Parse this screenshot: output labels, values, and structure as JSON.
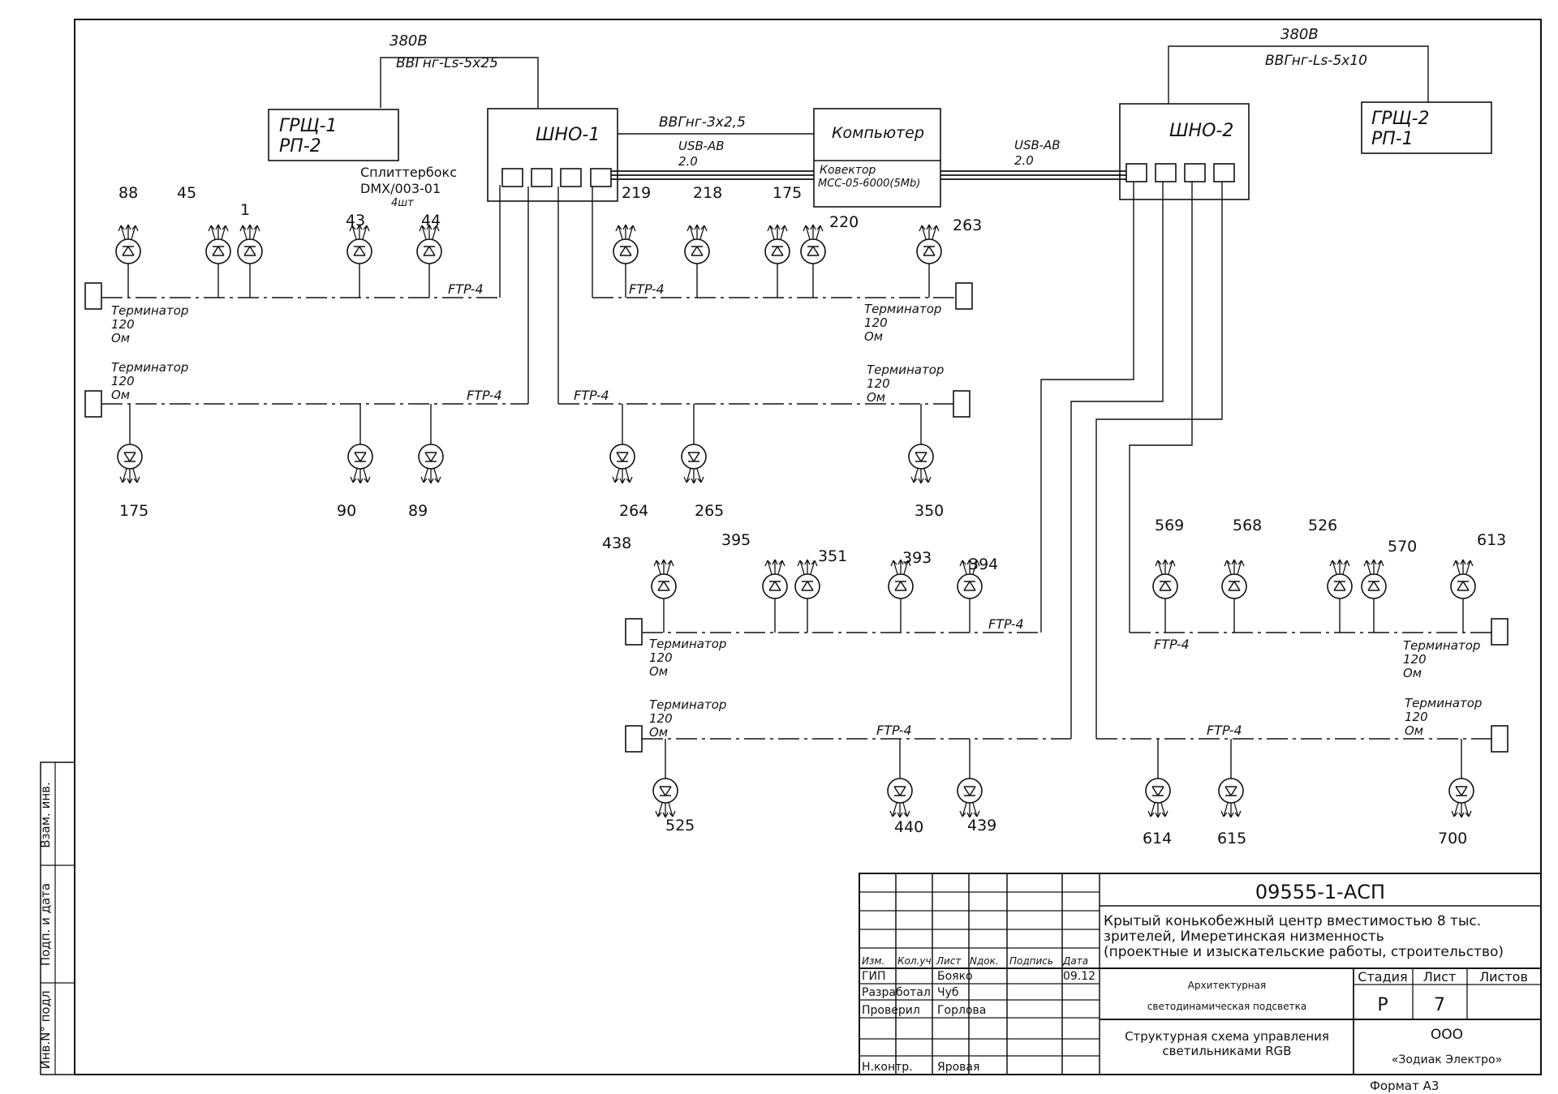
{
  "feeds": [
    {
      "id": "feed-left",
      "voltage": "380В",
      "cable": "ВВГнг-Ls-5x25"
    },
    {
      "id": "feed-right",
      "voltage": "380В",
      "cable": "ВВГнг-Ls-5x10"
    }
  ],
  "panels": [
    {
      "id": "grsch-1",
      "lines": [
        "ГРЩ-1",
        "РП-2"
      ]
    },
    {
      "id": "grsch-2",
      "lines": [
        "ГРЩ-2",
        "РП-1"
      ]
    },
    {
      "id": "shno-1",
      "lines": [
        "ШНО-1"
      ]
    },
    {
      "id": "shno-2",
      "lines": [
        "ШНО-2"
      ]
    },
    {
      "id": "computer",
      "lines": [
        "Компьютер"
      ]
    },
    {
      "id": "convector",
      "lines": [
        "Ковектор",
        "MCC-05-6000(5Mb)"
      ]
    }
  ],
  "cables": {
    "shno_computer": "ВВГнг-3х2,5",
    "usb_left": [
      "USB-AB",
      "2.0"
    ],
    "usb_right": [
      "USB-AB",
      "2.0"
    ],
    "bus": "FTP-4"
  },
  "splitter": [
    "Сплиттербокс",
    "DMX/003-01",
    "4шт"
  ],
  "terminator": [
    "Терминатор",
    "120",
    "Ом"
  ],
  "luminaires": {
    "bus_a": [
      "88",
      "45",
      "1",
      "43",
      "44"
    ],
    "bus_b": [
      "219",
      "218",
      "175",
      "220",
      "263"
    ],
    "bus_c": [
      "175",
      "90",
      "89"
    ],
    "bus_d": [
      "264",
      "265",
      "350"
    ],
    "bus_e": [
      "438",
      "395",
      "351",
      "393",
      "394"
    ],
    "bus_f": [
      "525",
      "440",
      "439"
    ],
    "bus_g": [
      "569",
      "568",
      "526",
      "570",
      "613"
    ],
    "bus_h": [
      "614",
      "615",
      "700"
    ]
  },
  "side_stamp": [
    "Инв.N° подл",
    "Подп. и дата",
    "Взам. инв."
  ],
  "title_block": {
    "doc_code": "09555-1-АСП",
    "object": [
      "Крытый конькобежный центр вместимостью 8 тыс.",
      "зрителей, Имеретинская низменность",
      "(проектные и изыскательские работы, строительство)"
    ],
    "headers": [
      "Изм.",
      "Кол.уч.",
      "Лист",
      "Nдок.",
      "Подпись",
      "Дата"
    ],
    "roles": [
      {
        "role": "ГИП",
        "name": "Бояко",
        "date": "09.12"
      },
      {
        "role": "Разработал",
        "name": "Чуб",
        "date": ""
      },
      {
        "role": "Проверил",
        "name": "Горлова",
        "date": ""
      },
      {
        "role": "",
        "name": "",
        "date": ""
      },
      {
        "role": "Н.контр.",
        "name": "Яровая",
        "date": ""
      }
    ],
    "section": [
      "Архитектурная",
      "светодинамическая подсветка"
    ],
    "stage_headers": [
      "Стадия",
      "Лист",
      "Листов"
    ],
    "stage": "Р",
    "sheet": "7",
    "sheets": "",
    "drawing": [
      "Структурная схема управления",
      "светильниками RGB"
    ],
    "company": [
      "ООО",
      "«Зодиак Электро»"
    ],
    "format": "Формат А3"
  }
}
